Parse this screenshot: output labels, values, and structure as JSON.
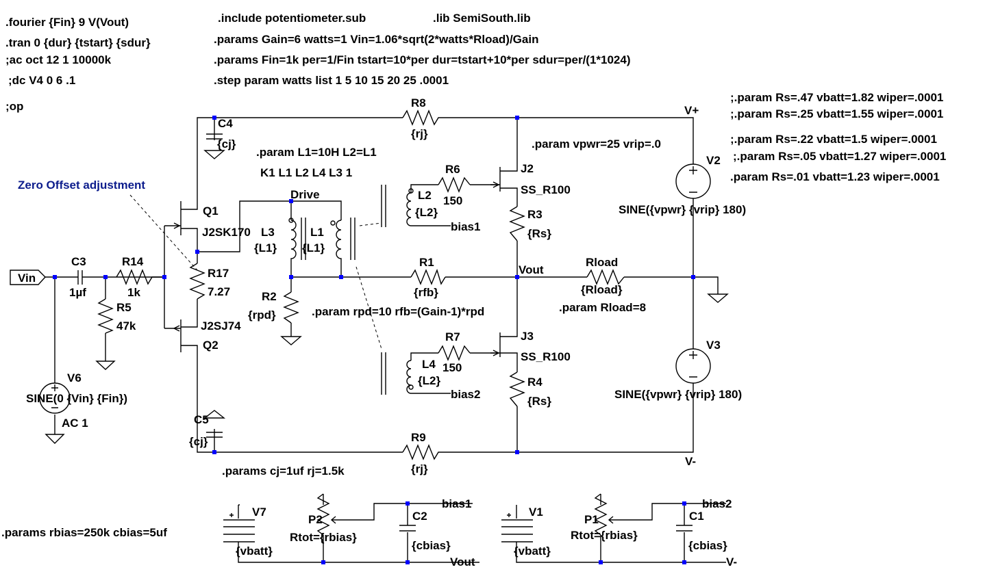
{
  "directives": {
    "fourier": ".fourier {Fin} 9 V(Vout)",
    "tran": ".tran 0 {dur} {tstart} {sdur}",
    "ac": ";ac oct 12 1 10000k",
    "dc": ";dc V4 0 6 .1",
    "op": ";op",
    "include": ".include potentiometer.sub",
    "lib": ".lib SemiSouth.lib",
    "params_gain": ".params Gain=6 watts=1 Vin=1.06*sqrt(2*watts*Rload)/Gain",
    "params_fin": ".params Fin=1k per=1/Fin tstart=10*per dur=tstart+10*per sdur=per/(1*1024)",
    "step": ".step param watts list 1 5 10 15 20 25 .0001",
    "rs1": ";.param Rs=.47 vbatt=1.82 wiper=.0001",
    "rs2": ";.param Rs=.25 vbatt=1.55 wiper=.0001",
    "rs3": ";.param Rs=.22 vbatt=1.5 wiper=.0001",
    "rs4": ";.param Rs=.05 vbatt=1.27 wiper=.0001",
    "rs5": ".param Rs=.01 vbatt=1.23 wiper=.0001",
    "l_param": ".param L1=10H L2=L1",
    "k_coupling": "K1 L1 L2 L4  L3 1",
    "vpwr_param": ".param vpwr=25 vrip=.0",
    "rpd_param": ".param rpd=10 rfb=(Gain-1)*rpd",
    "rload_param": ".param Rload=8",
    "cj_param": ".params cj=1uf rj=1.5k",
    "rbias_param": ".params rbias=250k cbias=5uf",
    "zero_offset": "Zero Offset adjustment"
  },
  "components": {
    "vin": "Vin",
    "c3": {
      "name": "C3",
      "value": "1µf"
    },
    "r14": {
      "name": "R14",
      "value": "1k"
    },
    "r5": {
      "name": "R5",
      "value": "47k"
    },
    "v6": {
      "name": "V6",
      "value": "SINE(0 {Vin} {Fin})",
      "ac": "AC 1"
    },
    "q1": {
      "name": "Q1",
      "model": "J2SK170"
    },
    "q2": {
      "name": "Q2",
      "model": "J2SJ74"
    },
    "r17": {
      "name": "R17",
      "value": "7.27"
    },
    "c4": {
      "name": "C4",
      "value": "{cj}"
    },
    "c5": {
      "name": "C5",
      "value": "{cj}"
    },
    "r8": {
      "name": "R8",
      "value": "{rj}"
    },
    "r9": {
      "name": "R9",
      "value": "{rj}"
    },
    "drive": "Drive",
    "l3": {
      "name": "L3",
      "value": "{L1}"
    },
    "l1": {
      "name": "L1",
      "value": "{L1}"
    },
    "r2": {
      "name": "R2",
      "value": "{rpd}"
    },
    "l2": {
      "name": "L2",
      "value": "{L2}"
    },
    "l4": {
      "name": "L4",
      "value": "{L2}"
    },
    "r6": {
      "name": "R6",
      "value": "150"
    },
    "r7": {
      "name": "R7",
      "value": "150"
    },
    "bias1": "bias1",
    "bias2": "bias2",
    "j2": {
      "name": "J2",
      "model": "SS_R100"
    },
    "j3": {
      "name": "J3",
      "model": "SS_R100"
    },
    "r3": {
      "name": "R3",
      "value": "{Rs}"
    },
    "r4": {
      "name": "R4",
      "value": "{Rs}"
    },
    "r1": {
      "name": "R1",
      "value": "{rfb}"
    },
    "vout": "Vout",
    "rload": {
      "name": "Rload",
      "value": "{Rload}"
    },
    "vplus": "V+",
    "vminus": "V-",
    "v2": {
      "name": "V2",
      "value": "SINE({vpwr} {vrip} 180)"
    },
    "v3": {
      "name": "V3",
      "value": "SINE({vpwr} {vrip} 180)"
    },
    "v7": {
      "name": "V7",
      "value": "{vbatt}"
    },
    "p2": {
      "name": "P2",
      "value": "Rtot={rbias}"
    },
    "c2": {
      "name": "C2",
      "value": "{cbias}"
    },
    "bias1_out": "bias1",
    "vout_bottom": "Vout",
    "v1": {
      "name": "V1",
      "value": "{vbatt}"
    },
    "p1": {
      "name": "P1",
      "value": "Rtot={rbias}"
    },
    "c1": {
      "name": "C1",
      "value": "{cbias}"
    },
    "bias2_out": "bias2",
    "vminus_bottom": "V-"
  },
  "colors": {
    "wire": "#000000",
    "junction": "#0000ff",
    "comment": "#0c1c8c",
    "background": "#ffffff"
  }
}
